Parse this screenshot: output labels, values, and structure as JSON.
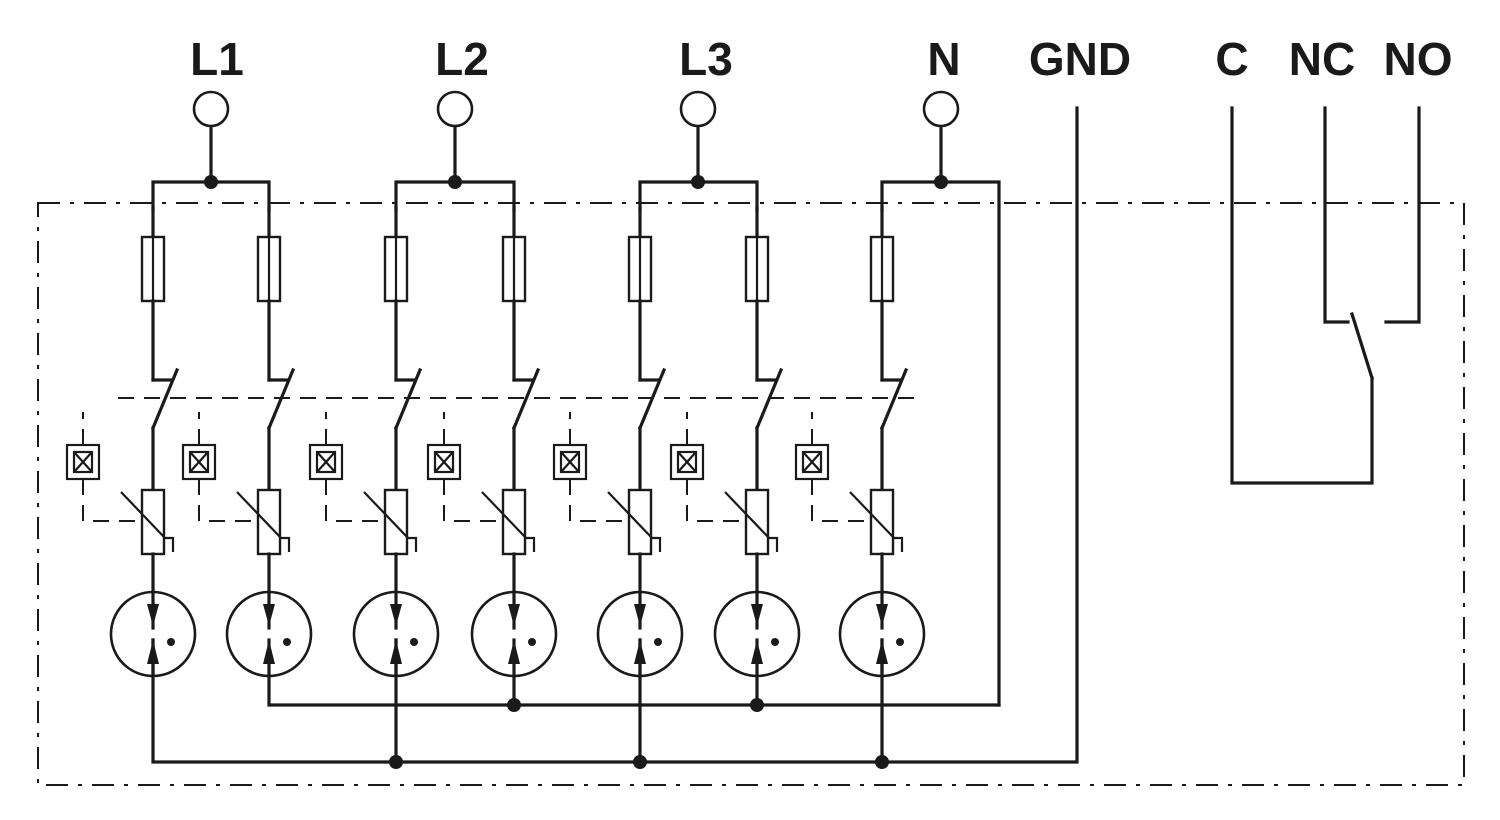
{
  "terminals": {
    "l1": "L1",
    "l2": "L2",
    "l3": "L3",
    "n": "N",
    "gnd": "GND",
    "c": "C",
    "nc": "NC",
    "no": "NO"
  },
  "colors": {
    "line": "#1a1a1a",
    "background": "#ffffff"
  }
}
